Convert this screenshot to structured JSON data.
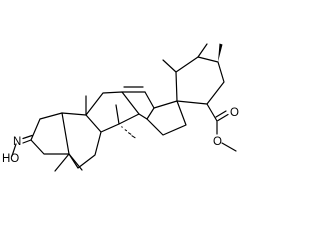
{
  "atom_labels": {
    "oxygen_carbonyl": "O",
    "oxygen_ester": "O",
    "nitrogen": "N",
    "hydroxyl": "HO"
  }
}
